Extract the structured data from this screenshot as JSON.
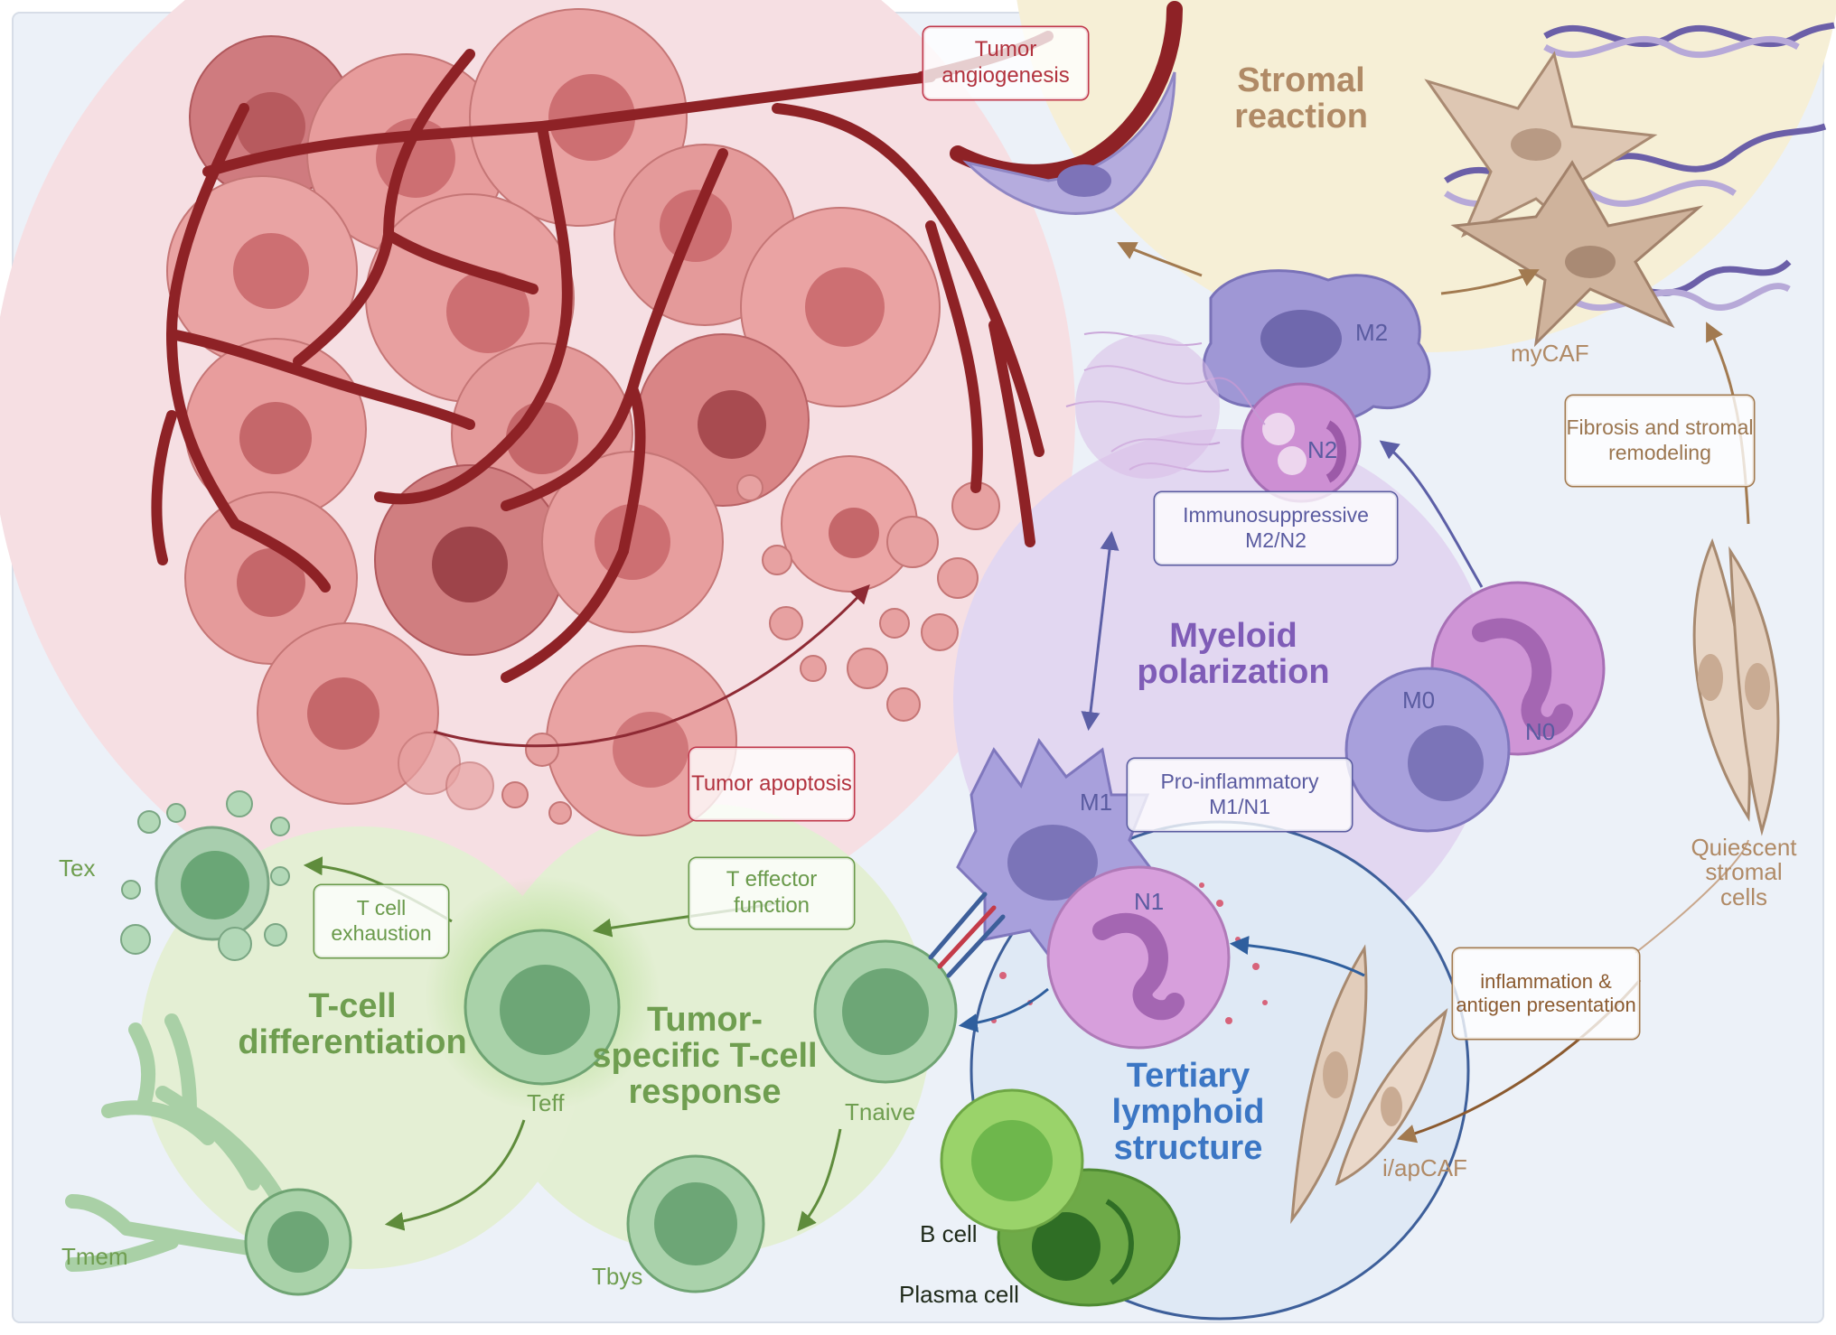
{
  "colors": {
    "tumor": "#a63a3c",
    "vessel": "#8e2226",
    "stroma": "#b08a66",
    "myeloid": "#7f5cb7",
    "tls": "#3b76c4",
    "tcell": "#6f9e50",
    "tcell_box": "#6a9a4b",
    "caf": "#c79b7a"
  },
  "regions": {
    "stromal": "Stromal reaction",
    "myeloid": "Myeloid polarization",
    "tls": "Tertiary lymphoid structure",
    "tumor_response": "Tumor-specific T-cell response",
    "tcell_diff": "T-cell differentiation"
  },
  "boxes": {
    "angiogenesis": "Tumor angiogenesis",
    "apoptosis": "Tumor apoptosis",
    "immunosuppressive": "Immunosuppressive M2/N2",
    "proinflammatory": "Pro-inflammatory M1/N1",
    "fibrosis": "Fibrosis and stromal remodeling",
    "inflammation": "inflammation & antigen presentation",
    "effector": "T effector function",
    "exhaustion": "T cell exhaustion"
  },
  "cells": {
    "m2": "M2",
    "n2": "N2",
    "m1": "M1",
    "n1": "N1",
    "m0": "M0",
    "n0": "N0",
    "mycaf": "myCAF",
    "quiescent": "Quiescent stromal cells",
    "iapcaf": "i/apCAF",
    "tex": "Tex",
    "teff": "Teff",
    "tnaive": "Tnaive",
    "tmem": "Tmem",
    "tbys": "Tbys",
    "bcell": "B cell",
    "plasma": "Plasma cell"
  }
}
